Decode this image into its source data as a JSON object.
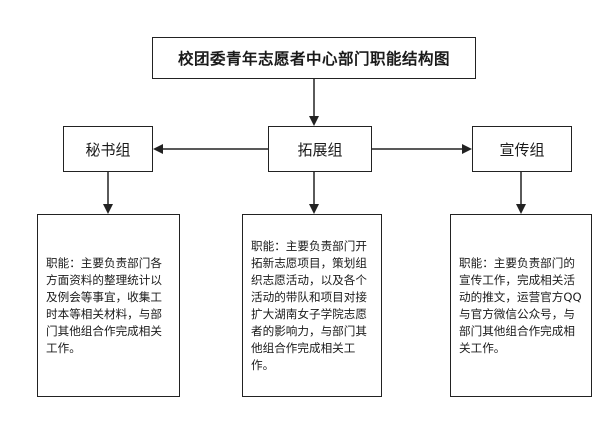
{
  "title": "校团委青年志愿者中心部门职能结构图",
  "groups": [
    {
      "name": "秘书组",
      "duty": "职能：主要负责部门各方面资料的整理统计以及例会等事宜，收集工时本等相关材料，与部门其他组合作完成相关工作。"
    },
    {
      "name": "拓展组",
      "duty": "职能：主要负责部门开拓新志愿项目，策划组织志愿活动，以及各个活动的带队和项目对接扩大湖南女子学院志愿者的影响力，与部门其他组合作完成相关工作。"
    },
    {
      "name": "宣传组",
      "duty": "职能：主要负责部门的宣传工作，完成相关活动的推文，运营官方QQ与官方微信公众号，与部门其他组合作完成相关工作。"
    }
  ],
  "colors": {
    "line": "#222222",
    "background": "#ffffff"
  }
}
